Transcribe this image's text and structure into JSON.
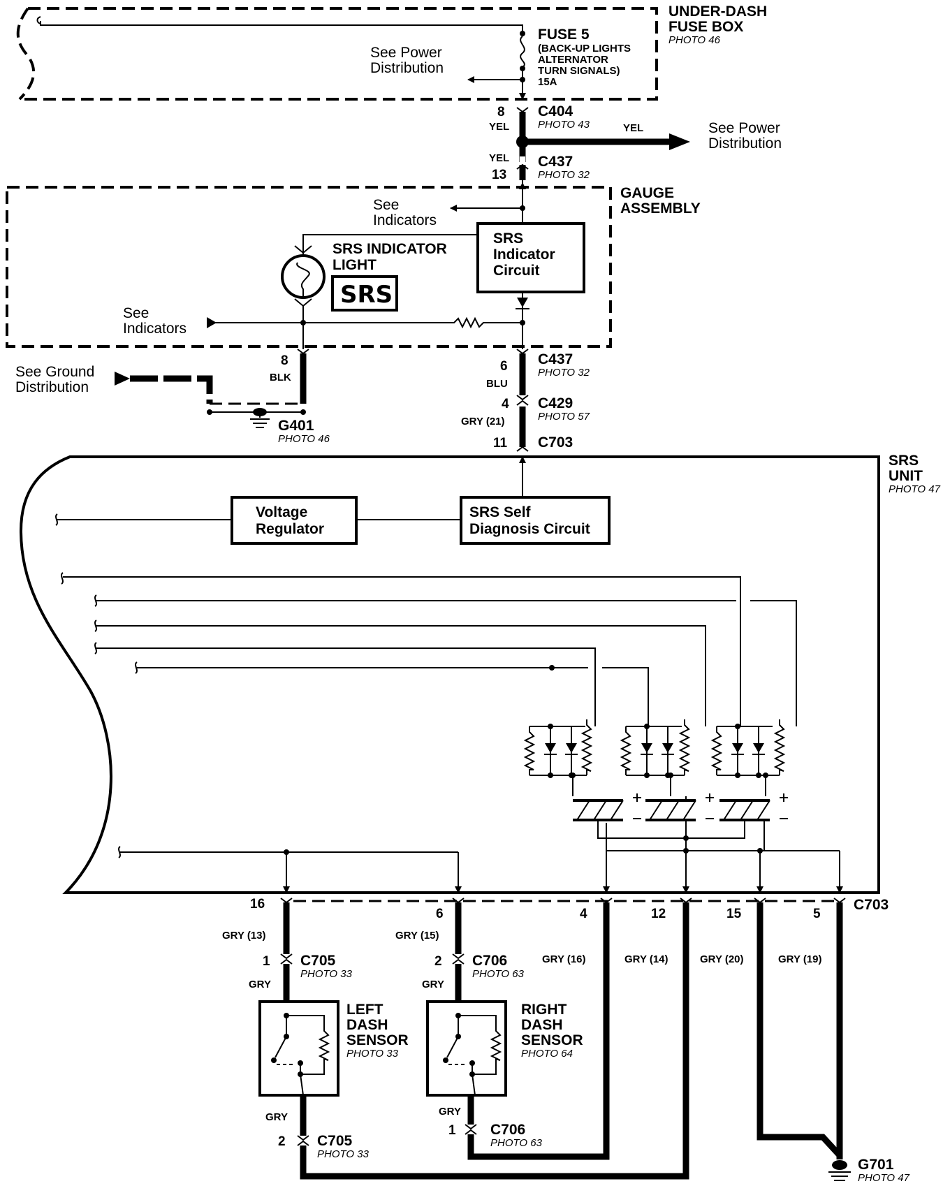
{
  "under_dash": {
    "title1": "UNDER-DASH",
    "title2": "FUSE BOX",
    "photo": "PHOTO 46"
  },
  "fuse": {
    "name": "FUSE 5",
    "line1": "(BACK-UP LIGHTS",
    "line2": "ALTERNATOR",
    "line3": "TURN SIGNALS)",
    "rating": "15A"
  },
  "power_dist_1": {
    "line1": "See Power",
    "line2": "Distribution"
  },
  "power_dist_2": {
    "line1": "See Power",
    "line2": "Distribution"
  },
  "c404": {
    "pin": "8",
    "name": "C404",
    "photo": "PHOTO 43",
    "wire": "YEL"
  },
  "yel_branch": "YEL",
  "c437_top": {
    "pin": "13",
    "name": "C437",
    "photo": "PHOTO 32",
    "wire": "YEL"
  },
  "gauge": {
    "title1": "GAUGE",
    "title2": "ASSEMBLY"
  },
  "see_indicators_1": {
    "line1": "See",
    "line2": "Indicators"
  },
  "see_indicators_2": {
    "line1": "See",
    "line2": "Indicators"
  },
  "srs_light": {
    "line1": "SRS INDICATOR",
    "line2": "LIGHT",
    "badge": "SRS"
  },
  "srs_circuit": {
    "line1": "SRS",
    "line2": "Indicator",
    "line3": "Circuit"
  },
  "c437_bottom": {
    "pin": "6",
    "name": "C437",
    "photo": "PHOTO 32",
    "wire": "BLU"
  },
  "ground_pin": {
    "pin": "8",
    "wire": "BLK"
  },
  "ground_dist": {
    "line1": "See Ground",
    "line2": "Distribution"
  },
  "g401": {
    "name": "G401",
    "photo": "PHOTO 46"
  },
  "c429": {
    "pin": "4",
    "name": "C429",
    "photo": "PHOTO 57",
    "wire": "GRY (21)"
  },
  "c703_top": {
    "pin": "11",
    "name": "C703"
  },
  "srs_unit": {
    "title1": "SRS",
    "title2": "UNIT",
    "photo": "PHOTO 47"
  },
  "voltage_reg": {
    "line1": "Voltage",
    "line2": "Regulator"
  },
  "self_diag": {
    "line1": "SRS Self",
    "line2": "Diagnosis Circuit"
  },
  "c703_bottom": {
    "name": "C703",
    "pins": [
      "16",
      "6",
      "4",
      "12",
      "15",
      "5"
    ],
    "wires": [
      "GRY (13)",
      "GRY (15)",
      "GRY (16)",
      "GRY (14)",
      "GRY (20)",
      "GRY (19)"
    ]
  },
  "c705_top": {
    "pin": "1",
    "name": "C705",
    "photo": "PHOTO 33",
    "wire": "GRY"
  },
  "c706_top": {
    "pin": "2",
    "name": "C706",
    "photo": "PHOTO 63",
    "wire": "GRY"
  },
  "left_sensor": {
    "line1": "LEFT",
    "line2": "DASH",
    "line3": "SENSOR",
    "photo": "PHOTO 33"
  },
  "right_sensor": {
    "line1": "RIGHT",
    "line2": "DASH",
    "line3": "SENSOR",
    "photo": "PHOTO 64"
  },
  "c705_bottom": {
    "pin": "2",
    "name": "C705",
    "photo": "PHOTO 33",
    "wire": "GRY"
  },
  "c706_bottom": {
    "pin": "1",
    "name": "C706",
    "photo": "PHOTO 63",
    "wire": "GRY"
  },
  "g701": {
    "name": "G701",
    "photo": "PHOTO 47"
  }
}
